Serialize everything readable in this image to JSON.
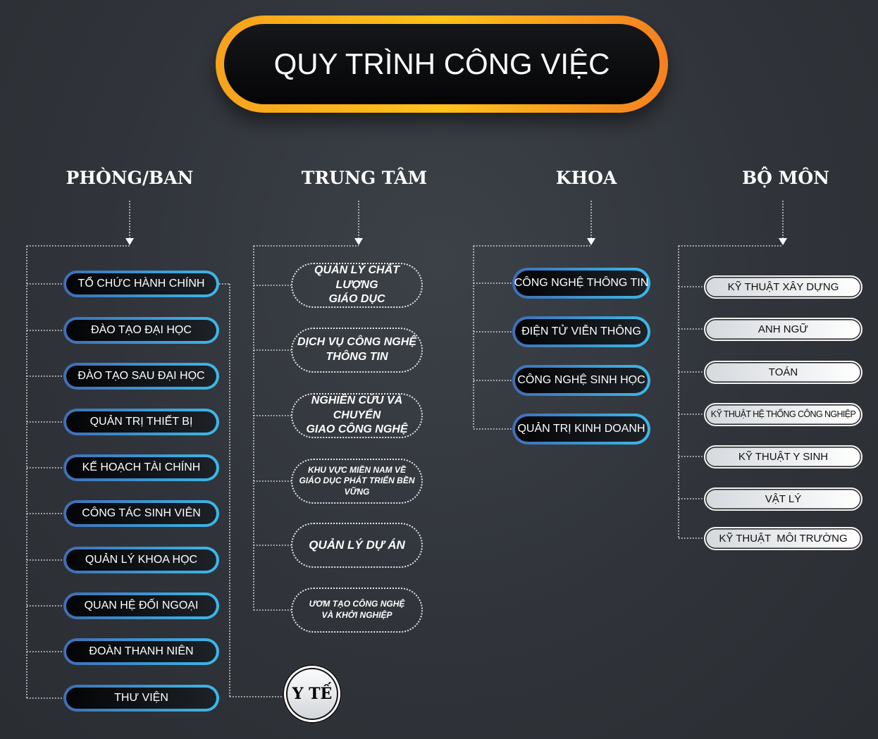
{
  "title": "QUY TRÌNH CÔNG VIỆC",
  "colors": {
    "accent_orange": "#f7a21b",
    "accent_blue": "#3cb8ea",
    "background": "#30343a"
  },
  "columns": {
    "phong_ban": {
      "header": "PHÒNG/BAN",
      "items": [
        "TỔ CHỨC HÀNH CHÍNH",
        "ĐÀO TẠO ĐẠI HỌC",
        "ĐÀO TẠO SAU ĐẠI HỌC",
        "QUẢN TRỊ THIẾT BỊ",
        "KẾ HOẠCH TÀI CHÍNH",
        "CÔNG TÁC SINH VIÊN",
        "QUẢN LÝ KHOA HỌC",
        "QUAN HỆ ĐỐI NGOẠI",
        "ĐOÀN THANH NIÊN",
        "THƯ VIỆN"
      ],
      "sub_item": "Y TẾ"
    },
    "trung_tam": {
      "header": "TRUNG TÂM",
      "items": [
        [
          "QUẢN LÝ CHẤT LƯỢNG",
          "GIÁO DỤC"
        ],
        [
          "DỊCH VỤ CÔNG NGHỆ",
          "THÔNG TIN"
        ],
        [
          "NGHIÊN CỨU VÀ CHUYỂN",
          "GIAO CÔNG NGHỆ"
        ],
        [
          "KHU VỰC MIỀN NAM VỀ",
          "GIÁO DỤC PHÁT TRIỂN BỀN VỮNG"
        ],
        [
          "QUẢN LÝ DỰ ÁN"
        ],
        [
          "ƯƠM TẠO CÔNG NGHỆ",
          "VÀ KHỞI NGHIỆP"
        ]
      ]
    },
    "khoa": {
      "header": "KHOA",
      "items": [
        "CÔNG NGHỆ THÔNG TIN",
        "ĐIỆN TỬ VIỄN THÔNG",
        "CÔNG NGHỆ SINH HỌC",
        "QUẢN TRỊ KINH DOANH"
      ]
    },
    "bo_mon": {
      "header": "BỘ MÔN",
      "items": [
        "KỸ THUẬT XÂY DỰNG",
        "ANH NGỮ",
        "TOÁN",
        "KỸ THUẬT HỆ THỐNG CÔNG NGHIỆP",
        "KỸ THUẬT Y SINH",
        "VẬT LÝ",
        "KỸ THUẬT  MÔI TRƯỜNG"
      ]
    }
  }
}
